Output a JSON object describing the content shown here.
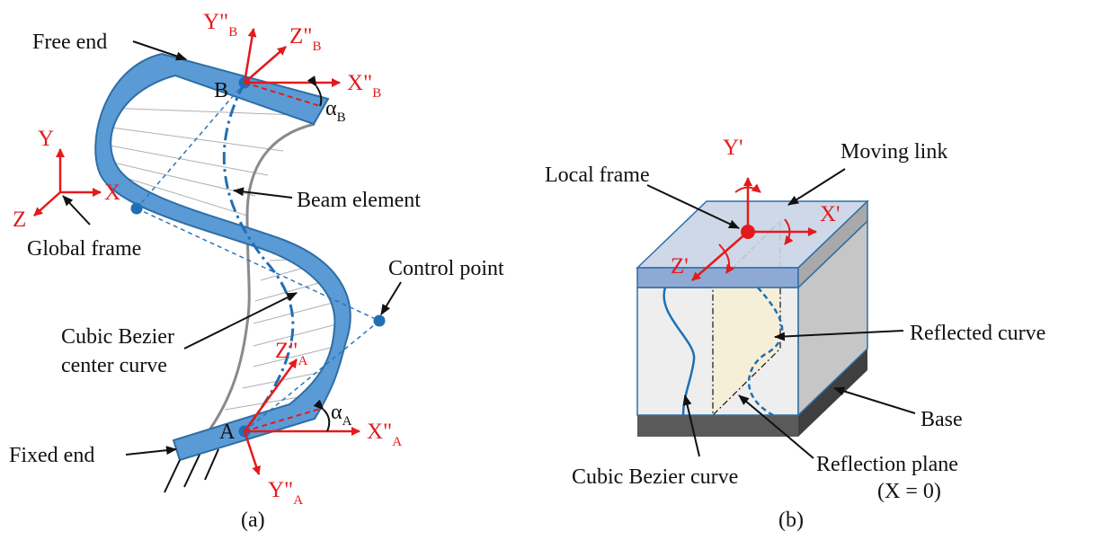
{
  "colors": {
    "beam_blue": "#5b9bd5",
    "beam_edge": "#2e6ea6",
    "curve_blue": "#1f6fb5",
    "frame_red": "#e31a1c",
    "gray_edge": "#7f7f7f",
    "link_top": "#c9d4e6",
    "plane_fill": "#f7efd2",
    "base_dark": "#5a5a5a"
  },
  "icons": [
    "arrow-icon",
    "rotation-arrow-icon",
    "control-point-icon",
    "ground-hatch-icon"
  ],
  "panel_a": {
    "caption": "(a)",
    "labels": {
      "free_end": "Free end",
      "beam_element": "Beam element",
      "global_frame": "Global frame",
      "control_point": "Control point",
      "center_curve_line1": "Cubic Bezier",
      "center_curve_line2": "center curve",
      "fixed_end": "Fixed end"
    },
    "points": {
      "b": "B",
      "a": "A"
    },
    "global_axes": {
      "x": "X",
      "y": "Y",
      "z": "Z"
    },
    "frame_b": {
      "x": "X\"",
      "y": "Y\"",
      "z": "Z\"",
      "sub": "B"
    },
    "frame_a": {
      "x": "X\"",
      "y": "Y\"",
      "z": "Z\"",
      "sub": "A"
    },
    "angles": {
      "alpha": "α",
      "b_sub": "B",
      "a_sub": "A"
    }
  },
  "panel_b": {
    "caption": "(b)",
    "labels": {
      "local_frame": "Local frame",
      "moving_link": "Moving link",
      "reflected_curve": "Reflected curve",
      "base": "Base",
      "cubic_bezier_curve": "Cubic Bezier curve",
      "reflection_plane_line1": "Reflection plane",
      "reflection_plane_line2": "(X = 0)"
    },
    "axes": {
      "x": "X'",
      "y": "Y'",
      "z": "Z'"
    }
  }
}
